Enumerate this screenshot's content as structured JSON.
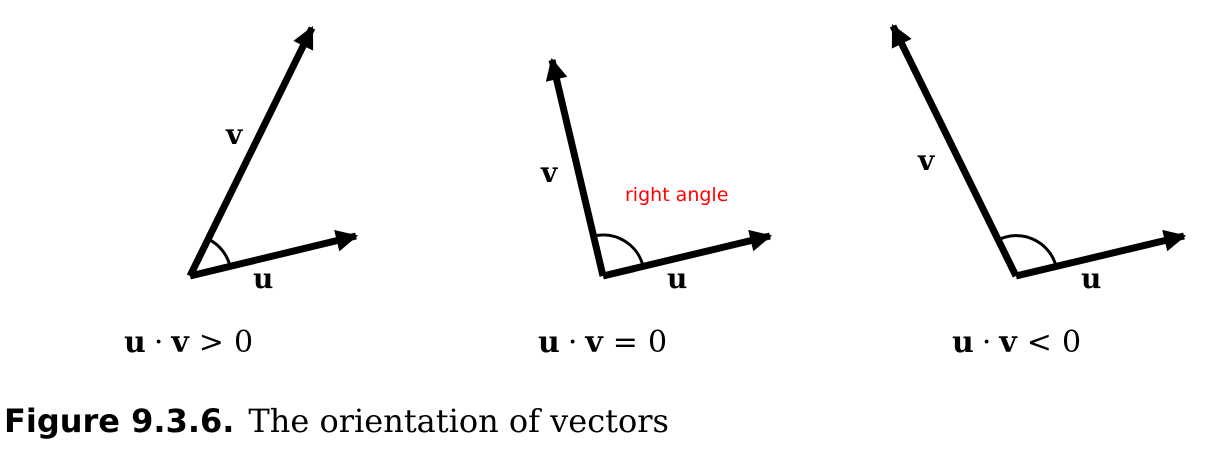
{
  "panels": [
    {
      "u_label": "u",
      "v_label": "v",
      "formula": {
        "u": "u",
        "dot": "·",
        "v": "v",
        "relation": ">",
        "value": "0"
      }
    },
    {
      "u_label": "u",
      "v_label": "v",
      "formula": {
        "u": "u",
        "dot": "·",
        "v": "v",
        "relation": "=",
        "value": "0"
      },
      "annotation": "right angle"
    },
    {
      "u_label": "u",
      "v_label": "v",
      "formula": {
        "u": "u",
        "dot": "·",
        "v": "v",
        "relation": "<",
        "value": "0"
      }
    }
  ],
  "caption": {
    "number": "Figure 9.3.6.",
    "text": "The orientation of vectors"
  },
  "colors": {
    "vector": "#000000",
    "annotation": "#ff0000"
  }
}
